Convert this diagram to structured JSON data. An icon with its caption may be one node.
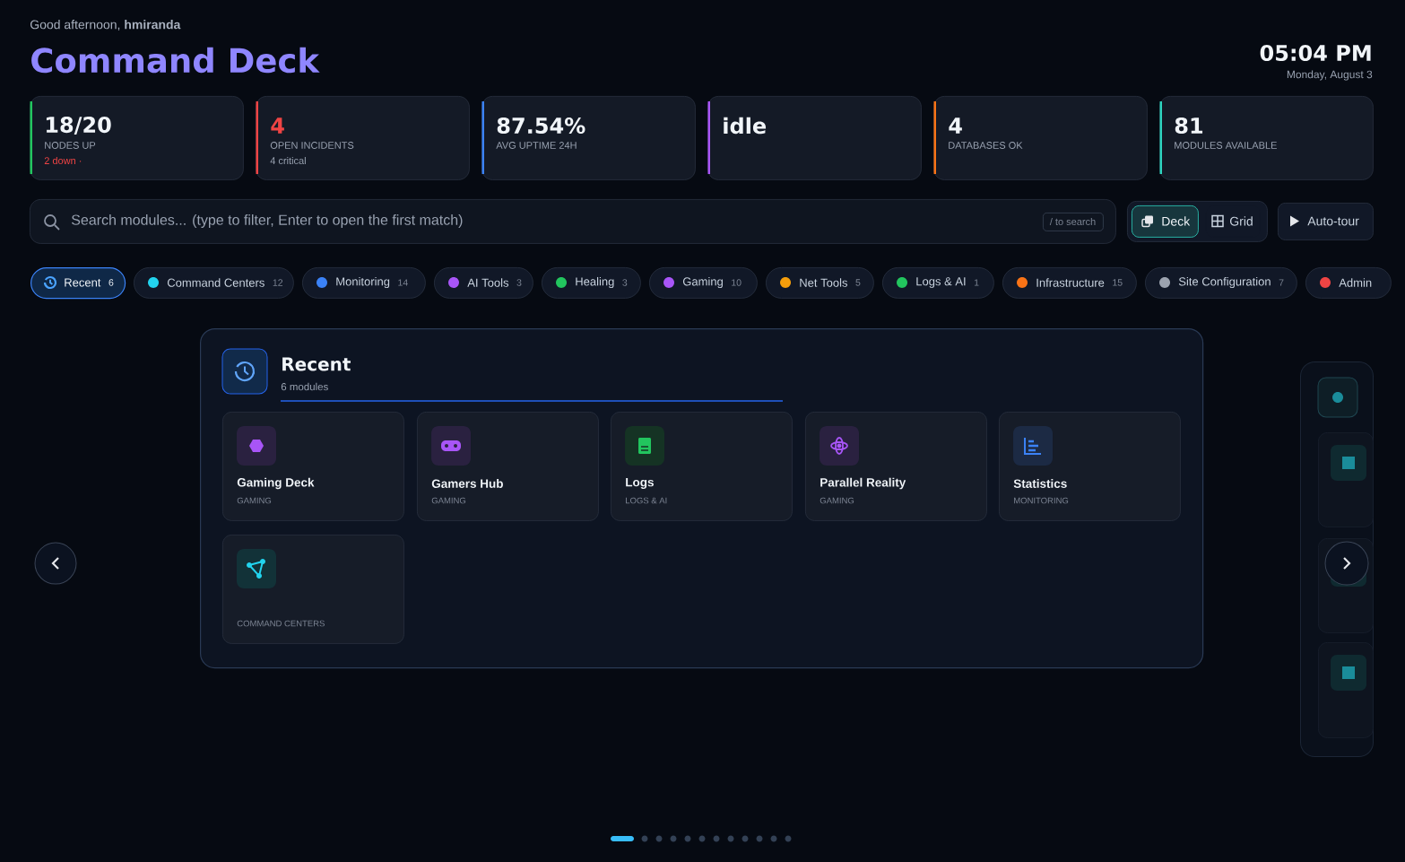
{
  "diagram": {
    "title": "Command Deck",
    "nodes": [
      {
        "text": [
          "18/20",
          "NODES UP",
          "2 down ·"
        ]
      },
      {
        "text": [
          "4",
          "OPEN INCIDENTS",
          "4 critical"
        ]
      },
      {
        "text": [
          "87.54%",
          "AVG UPTIME 24H"
        ]
      },
      {
        "text": [
          "idle"
        ]
      },
      {
        "text": [
          "4",
          "DATABASES OK"
        ]
      },
      {
        "text": [
          "81",
          "MODULES AVAILABLE"
        ]
      },
      {
        "text": [
          "Search modules... (type to filter, Enter to open the first match)"
        ]
      },
      {
        "text": [
          "/ to search"
        ],
        "in": 6
      },
      {
        "text": [],
        "shape": "box"
      },
      {
        "text": [
          "Deck"
        ],
        "in": 8
      },
      {
        "text": [
          "Grid"
        ],
        "in": 8
      },
      {
        "text": [
          "Auto-tour"
        ]
      },
      {
        "text": [
          "Recent",
          "6"
        ]
      },
      {
        "text": [
          "Command Centers",
          "12"
        ]
      },
      {
        "text": [
          "Monitoring",
          "14"
        ]
      },
      {
        "text": [
          "AI Tools",
          "3"
        ]
      },
      {
        "text": [
          "Healing",
          "3"
        ]
      },
      {
        "text": [
          "Gaming",
          "10"
        ]
      },
      {
        "text": [
          "Net Tools",
          "5"
        ]
      },
      {
        "text": [
          "Logs & AI",
          "1"
        ]
      },
      {
        "text": [
          "Infrastructure",
          "15"
        ]
      },
      {
        "text": [
          "Site Configuration",
          "7"
        ]
      },
      {
        "text": [
          "Admin"
        ]
      },
      {
        "text": [
          "Recent",
          "6 modules"
        ]
      },
      {
        "text": [
          "Gaming Deck",
          "GAMING"
        ],
        "in": 23
      },
      {
        "text": [
          "Gamers Hub",
          "GAMING"
        ],
        "in": 23
      },
      {
        "text": [
          "Logs",
          "LOGS & AI"
        ],
        "in": 23
      },
      {
        "text": [
          "Parallel Reality",
          "GAMING"
        ],
        "in": 23
      },
      {
        "text": [
          "Statistics",
          "MONITORING"
        ],
        "in": 23
      },
      {
        "text": [
          "COMMAND CENTERS"
        ],
        "in": 23
      },
      {
        "text": [],
        "shape": "circle"
      },
      {
        "text": [],
        "shape": "box"
      },
      {
        "text": [],
        "shape": "box",
        "in": 31
      },
      {
        "text": [],
        "shape": "box",
        "in": 31
      },
      {
        "text": [],
        "shape": "box",
        "in": 31
      },
      {
        "text": [],
        "shape": "circle",
        "in": 33
      }
    ],
    "labels": [
      "Good afternoon, **hmiranda**",
      "05:04 PM",
      "Monday, August 3"
    ]
  }
}
